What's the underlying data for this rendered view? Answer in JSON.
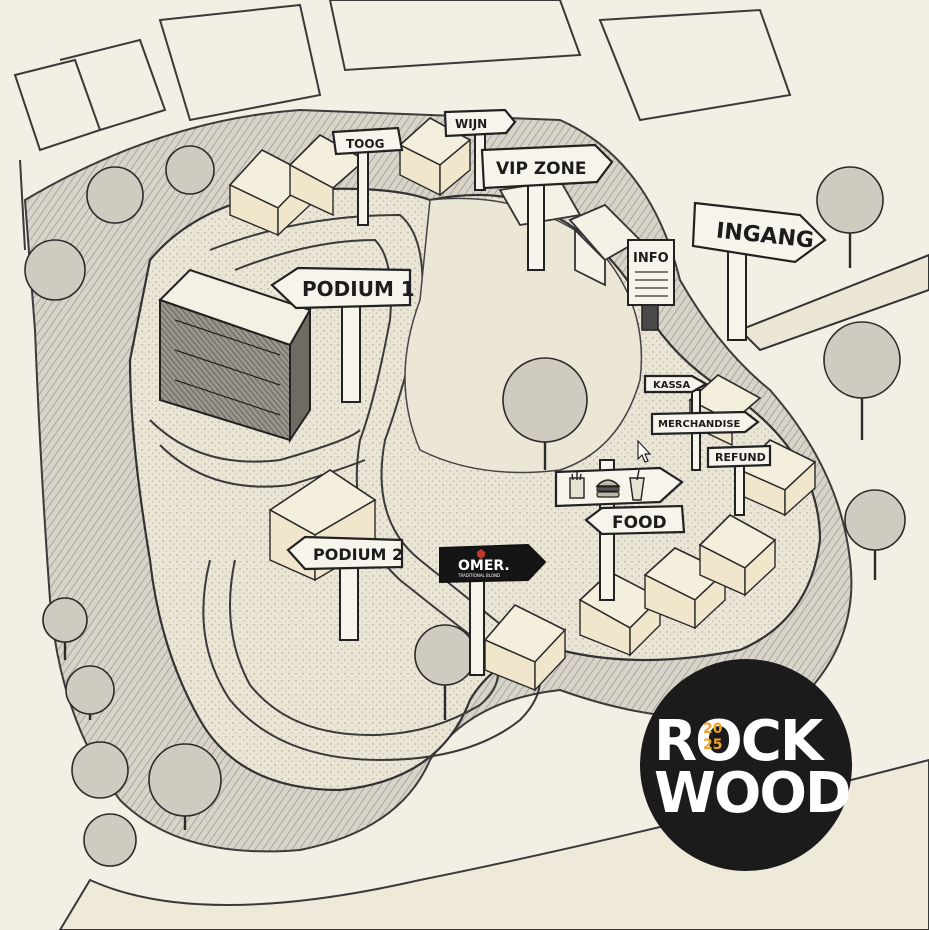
{
  "map": {
    "signs": {
      "toog": "TOOG",
      "wijn": "WIJN",
      "vip_zone": "VIP ZONE",
      "ingang": "INGANG",
      "info": "INFO",
      "podium1": "PODIUM 1",
      "podium2": "PODIUM 2",
      "kassa": "KASSA",
      "merchandise": "MERCHANDISE",
      "refund": "REFUND",
      "food": "FOOD"
    },
    "sponsor": {
      "name": "OMER.",
      "tagline": "TRADITIONAL BLOND"
    },
    "logo": {
      "line1": "ROCK",
      "line2": "WOOD",
      "year_top": "20",
      "year_bottom": "25",
      "accent_color": "#f2a324",
      "background_color": "#1b1b1b"
    }
  }
}
